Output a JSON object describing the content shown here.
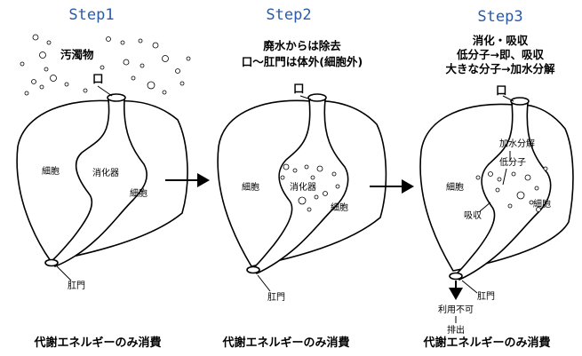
{
  "panels": [
    {
      "step": "Step1",
      "desc": [
        "汚濁物"
      ],
      "mouth": "口",
      "cell_left": "細胞",
      "cell_right": "細胞",
      "organ": "消化器",
      "anus": "肛門",
      "footer": "代謝エネルギーのみ消費"
    },
    {
      "step": "Step2",
      "desc": [
        "廃水からは除去",
        "口～肛門は体外(細胞外)"
      ],
      "mouth": "口",
      "cell_left": "細胞",
      "cell_right": "細胞",
      "organ": "消化器",
      "anus": "肛門",
      "footer": "代謝エネルギーのみ消費"
    },
    {
      "step": "Step3",
      "desc": [
        "消化・吸収",
        "低分子→即、吸収",
        "大きな分子→加水分解"
      ],
      "mouth": "口",
      "cell_left": "細胞",
      "cell_right": "細胞",
      "anus": "肛門",
      "hydrolysis": "加水分解",
      "low_molecule": "低分子",
      "absorb": "吸収",
      "unusable": "利用不可",
      "excrete": "排出",
      "footer": "代謝エネルギーのみ消費"
    }
  ]
}
